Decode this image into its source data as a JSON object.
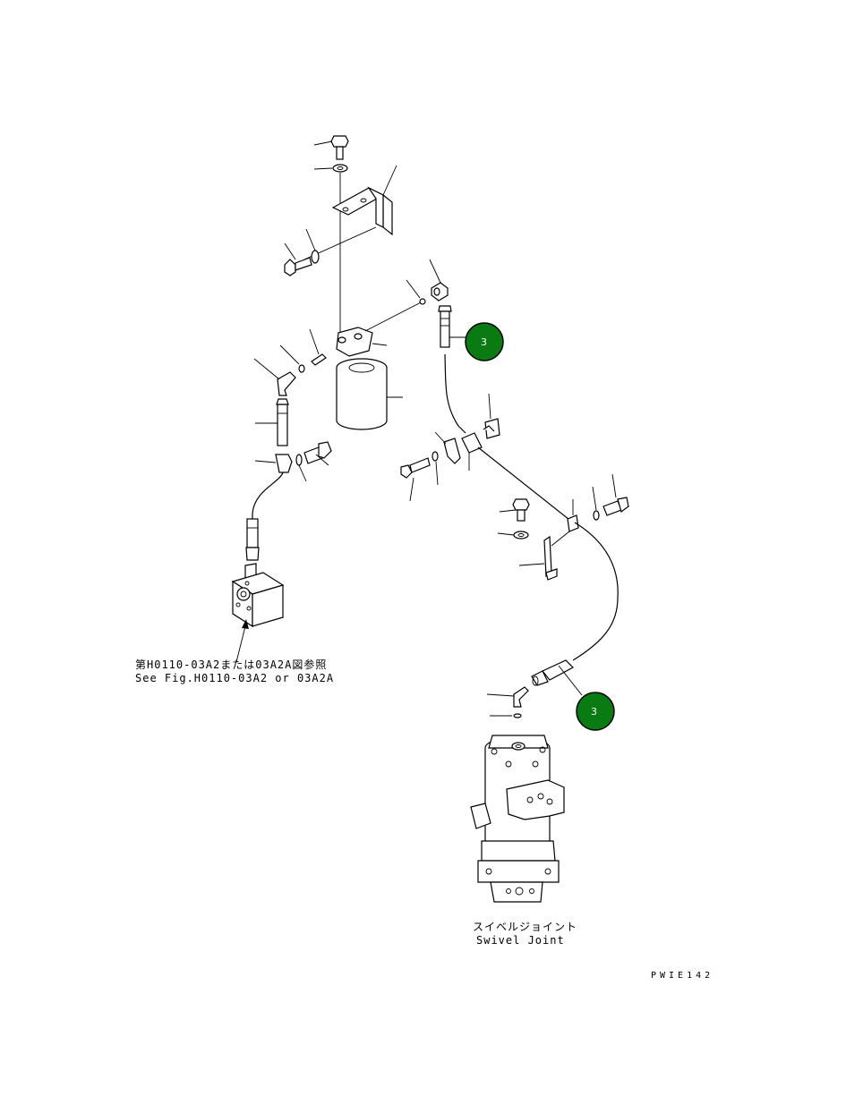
{
  "notes": {
    "ref_line_jp": "第H0110-03A2または03A2A図参照",
    "ref_line_en": "See Fig.H0110-03A2 or 03A2A",
    "swivel_jp": "スイベルジョイント",
    "swivel_en": "Swivel Joint",
    "drawing_code": "PWIE142"
  },
  "callouts": [
    {
      "label": "3",
      "color": "#0a7a12"
    },
    {
      "label": "3",
      "color": "#0a7a12"
    }
  ]
}
